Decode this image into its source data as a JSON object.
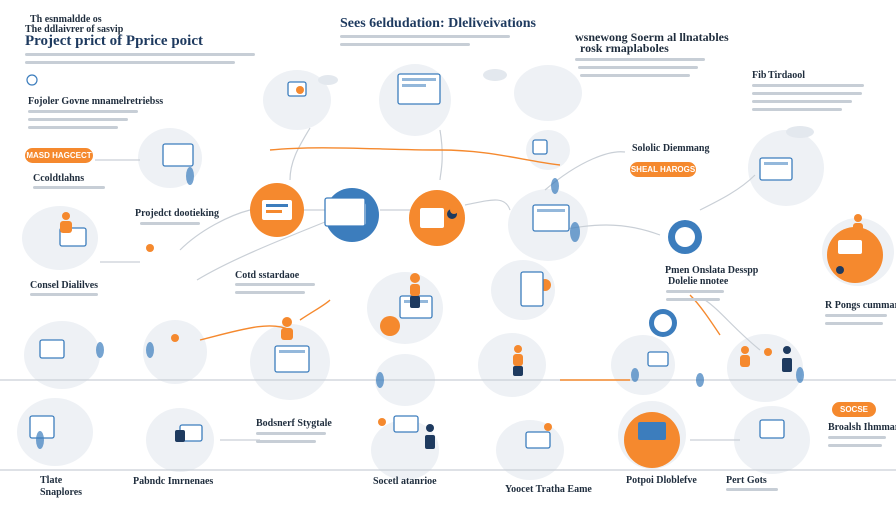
{
  "colors": {
    "accent": "#f5892e",
    "primary": "#3c7dbd",
    "dark": "#1e3a5f",
    "line": "#c9cfd6",
    "blob": "#eef1f5"
  },
  "header": {
    "line1": "Th esnmaldde os",
    "line2": "The ddlaivrer of sasvip",
    "main": "Project prict of Pprice poict",
    "center_title": "Sees 6eldudation: Dleliveivations",
    "right_title_1": "wsnewong Soerm al llnatables",
    "right_title_2": "rosk rmaplaboles"
  },
  "labels": {
    "top_left": "Fojoler Govne mnamelretriebss",
    "pill_left": "MASD HAGCECT",
    "left_mid": "Ccoldtlahns",
    "center_left": "Projedct dootieking",
    "consel": "Consel Dialilves",
    "cotd": "Cotd sstardaoe",
    "bodstet": "Bodsnerf Stygtale",
    "bottom_left_1": "Tlate",
    "bottom_left_2": "Snaplores",
    "pabnie": "Pabndc Imrnenaes",
    "socet": "Socetl atanrioe",
    "yoocet": "Yoocet Tratha Eame",
    "sololic": "Sololic Diemmang",
    "pill_right": "SHEAL HAROGS",
    "right_top_1": "Fib",
    "right_top_2": "Tirdaool",
    "prnen": "Pmen Onslata Desspp",
    "dolelie": "Dolelie nnotee",
    "fpongs": "R Pongs cummary",
    "pill_right_bottom": "SOCSE",
    "broalsh": "Broalsh Ihmmary",
    "potpoi": "Potpoi Dloblefve",
    "pert": "Pert Gots"
  }
}
